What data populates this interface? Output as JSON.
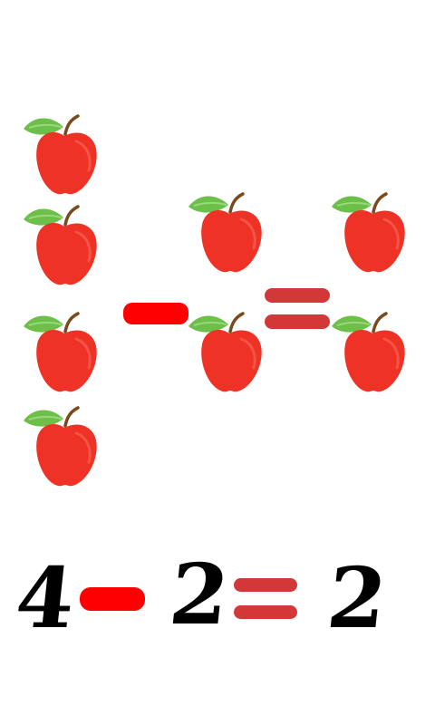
{
  "puzzle": {
    "minuend_count": 4,
    "subtrahend_count": 2,
    "result_count": 2
  },
  "equation": {
    "left": "4",
    "right": "2",
    "result": "2"
  },
  "colors": {
    "apple_red": "#ee3226",
    "apple_dark": "#c8221a",
    "leaf_green": "#6cc04a",
    "stem_brown": "#7a4a1e",
    "minus_red": "#ff0000",
    "equals_red": "#d23838",
    "digit": "#000000"
  },
  "icons": {
    "apple": "apple-icon",
    "minus": "minus-sign",
    "equals": "equals-sign"
  }
}
